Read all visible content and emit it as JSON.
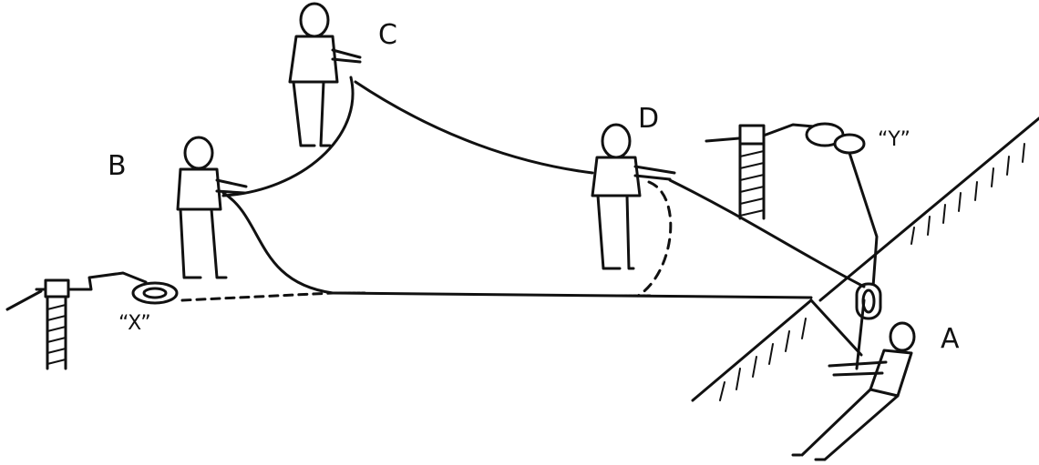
{
  "labels": {
    "person_a": "A",
    "person_b": "B",
    "person_c": "C",
    "person_d": "D",
    "anchor_x": "“X”",
    "anchor_y": "“Y”"
  },
  "colors": {
    "ink": "#111111",
    "background": "#ffffff"
  }
}
